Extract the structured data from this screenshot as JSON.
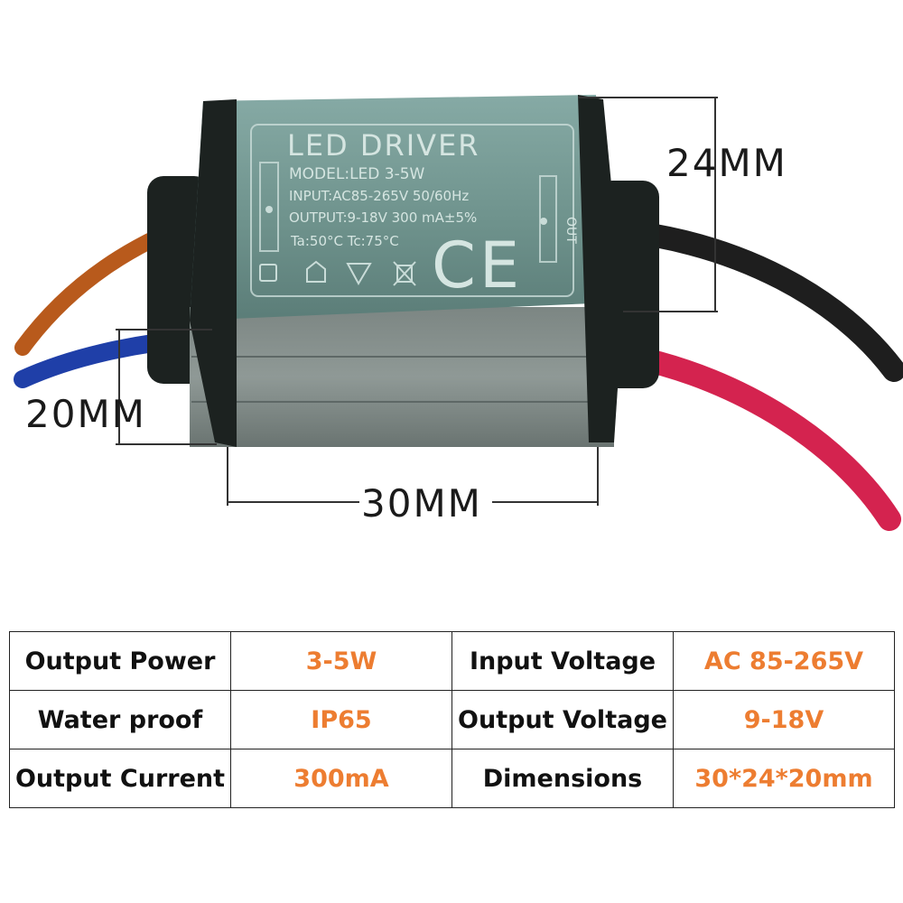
{
  "product_photo": {
    "label": {
      "title": "LED DRIVER",
      "model": "MODEL:LED 3-5W",
      "input": "INPUT:AC85-265V  50/60Hz",
      "output": "OUTPUT:9-18V  300 mA±5%",
      "temps": "Ta:50°C    Tc:75°C",
      "ce_mark": "CE",
      "out_text": "OUT"
    },
    "dimensions": {
      "height": "24MM",
      "depth": "20MM",
      "width": "30MM"
    },
    "colors": {
      "case": "#7a9e98",
      "end_caps": "#1c2220",
      "brown_wire": "#b85a1c",
      "blue_wire": "#1f3fa8",
      "black_wire": "#1e1e1e",
      "red_wire": "#d4234f"
    }
  },
  "spec_table": {
    "rows": [
      {
        "k1": "Output Power",
        "v1": "3-5W",
        "k2": "Input Voltage",
        "v2": "AC 85-265V"
      },
      {
        "k1": "Water proof",
        "v1": "IP65",
        "k2": "Output Voltage",
        "v2": "9-18V"
      },
      {
        "k1": "Output Current",
        "v1": "300mA",
        "k2": "Dimensions",
        "v2": "30*24*20mm"
      }
    ],
    "value_color": "#ed7d31"
  }
}
